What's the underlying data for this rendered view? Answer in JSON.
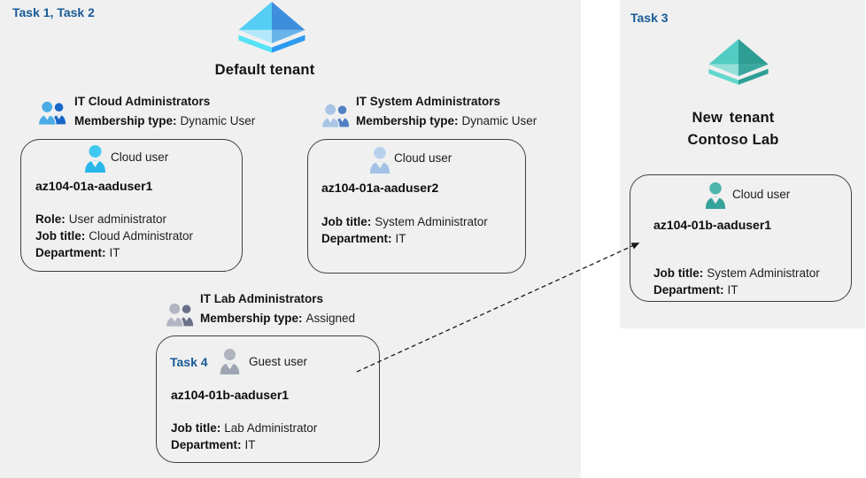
{
  "left_panel": {
    "task_label": "Task 1, Task 2",
    "tenant_title": "Default tenant",
    "groups": [
      {
        "name": "IT Cloud Administrators",
        "membership_label": "Membership type:",
        "membership_value": "Dynamic User"
      },
      {
        "name": "IT System Administrators",
        "membership_label": "Membership type:",
        "membership_value": "Dynamic User"
      },
      {
        "name": "IT Lab Administrators",
        "membership_label": "Membership type:",
        "membership_value": "Assigned"
      }
    ],
    "cards": [
      {
        "user_type": "Cloud user",
        "name": "az104-01a-aaduser1",
        "fields": [
          {
            "label": "Role:",
            "value": "User administrator"
          },
          {
            "label": "Job title:",
            "value": "Cloud Administrator"
          },
          {
            "label": "Department:",
            "value": "IT"
          }
        ]
      },
      {
        "user_type": "Cloud user",
        "name": "az104-01a-aaduser2",
        "fields": [
          {
            "label": "Job title:",
            "value": "System Administrator"
          },
          {
            "label": "Department:",
            "value": "IT"
          }
        ]
      },
      {
        "task_label": "Task 4",
        "user_type": "Guest user",
        "name": "az104-01b-aaduser1",
        "fields": [
          {
            "label": "Job title:",
            "value": "Lab Administrator"
          },
          {
            "label": "Department:",
            "value": "IT"
          }
        ]
      }
    ]
  },
  "right_panel": {
    "task_label": "Task 3",
    "tenant_title_line1": "New tenant",
    "tenant_title_line2": "Contoso Lab",
    "card": {
      "user_type": "Cloud user",
      "name": "az104-01b-aaduser1",
      "fields": [
        {
          "label": "Job title:",
          "value": "System Administrator"
        },
        {
          "label": "Department:",
          "value": "IT"
        }
      ]
    }
  },
  "icons": {
    "default_tenant": "azure-tenant-diamond-blue",
    "new_tenant": "azure-tenant-diamond-teal",
    "group_blue": "two-users-group-blue",
    "group_steel": "two-users-group-lightblue",
    "group_gray": "two-users-group-gray",
    "cloud_user_cyan": "single-user-silhouette-cyan",
    "cloud_user_steel": "single-user-silhouette-lightblue",
    "guest_user_gray": "single-user-silhouette-gray",
    "cloud_user_teal": "single-user-silhouette-teal",
    "invite_arrow": "dashed-arrow-right-up"
  },
  "colors": {
    "panel_bg": "#f0f0f0",
    "text": "#1f1f1f",
    "task_label": "#175a96",
    "card_border": "#3f3f3f",
    "arrow": "#1a1a1a",
    "diamond_blue_f1": "#55cdf5",
    "diamond_blue_f2": "#3e8edd",
    "diamond_blue_f3": "#b3e8fa",
    "diamond_blue_f4": "#68b5ea",
    "diamond_blue_f5": "#58e2f6",
    "diamond_blue_f6": "#2c9bf1",
    "diamond_teal_f1": "#52ccc2",
    "diamond_teal_f2": "#2e9d94",
    "diamond_teal_f3": "#93e0d9",
    "diamond_teal_f4": "#3aa89f",
    "diamond_teal_f5": "#63d7cd",
    "diamond_teal_f6": "#2f9f96",
    "group_blue_front": "#49ace6",
    "group_blue_back": "#1767c9",
    "group_steel_front": "#a9c5e6",
    "group_steel_back": "#5181c4",
    "group_gray_front": "#b2b6c2",
    "group_gray_back": "#6a7088",
    "person_cyan_head": "#41c8f0",
    "person_cyan_body": "#29b7e8",
    "person_steel_head": "#b7d0ec",
    "person_steel_body": "#a3c2e6",
    "person_gray_head": "#b0b4c0",
    "person_gray_body": "#a0a5b4",
    "person_teal_head": "#4db4ad",
    "person_teal_body": "#35a39b"
  }
}
